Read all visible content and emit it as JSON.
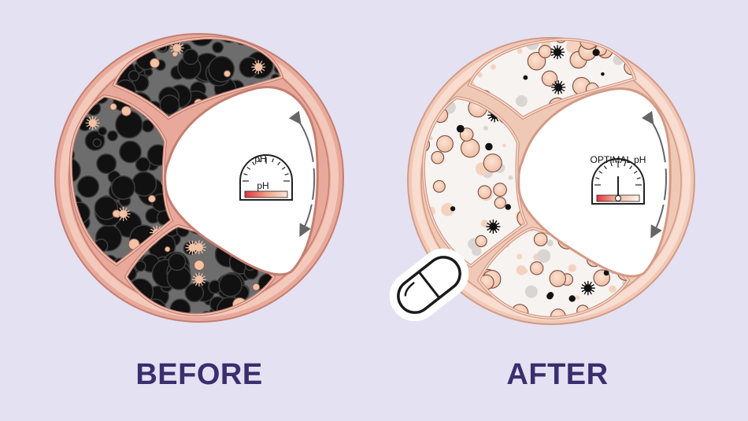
{
  "before": {
    "caption": "BEFORE",
    "gauge_title": "pH",
    "gauge_inner_label": "pH"
  },
  "after": {
    "caption": "AFTER",
    "gauge_title": "OPTIMAL pH"
  },
  "colors": {
    "background": "#e4e1f2",
    "caption": "#3a2e6e",
    "wall_outer": "#e4a597",
    "wall_inner": "#f2c6b8",
    "wall_line": "#c97f72",
    "cell_fill": "#f7d3bf",
    "cell_outline": "#b57c6a",
    "dark_matrix": "#141414",
    "gray_matrix": "#6b6b6b"
  },
  "icons": [
    "capsule-icon",
    "ph-gauge-icon",
    "rotation-arrow-icon",
    "bacteria-icon"
  ]
}
